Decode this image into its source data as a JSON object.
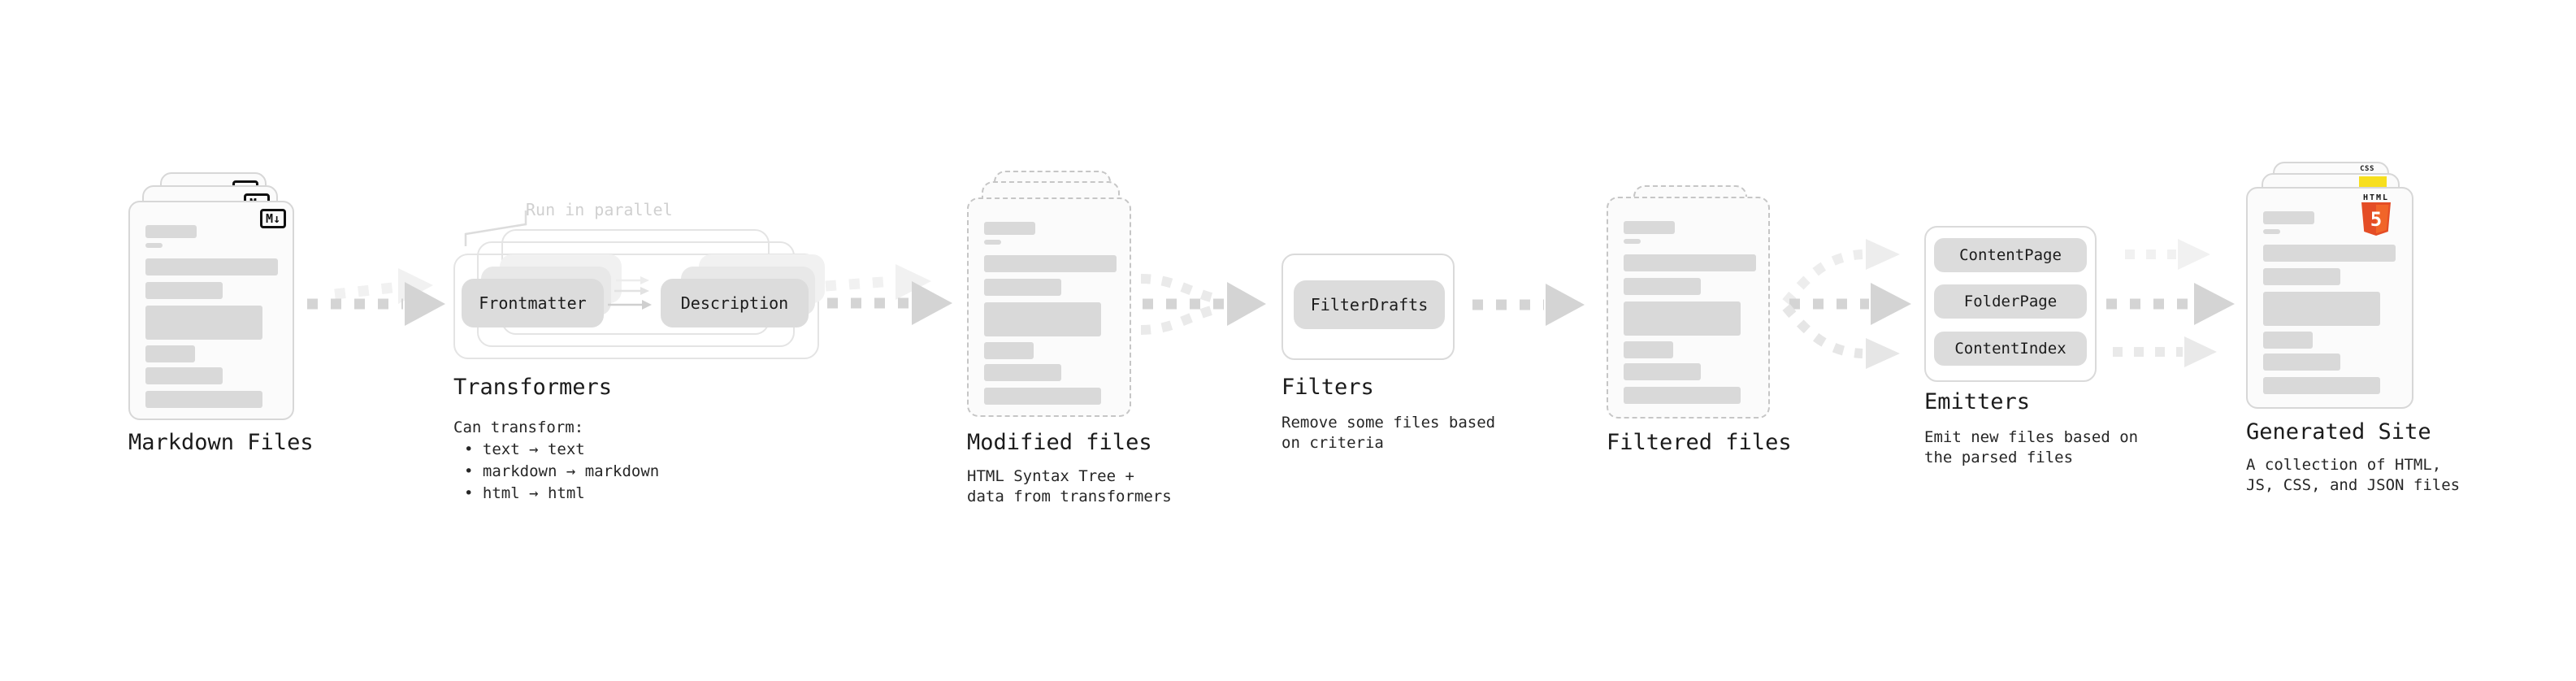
{
  "pipeline_order": [
    "Markdown Files",
    "Transformers",
    "Modified files",
    "Filters",
    "Filtered files",
    "Emitters",
    "Generated Site"
  ],
  "sections": {
    "markdown": {
      "title": "Markdown Files"
    },
    "transformers": {
      "title": "Transformers",
      "note": "Run in parallel",
      "pills": [
        "Frontmatter",
        "Description"
      ],
      "desc_heading": "Can transform:",
      "bullets": [
        "• text → text",
        "• markdown → markdown",
        "• html → html"
      ]
    },
    "modified": {
      "title": "Modified files",
      "subtitle_lines": [
        "HTML Syntax Tree +",
        "data from transformers"
      ]
    },
    "filters": {
      "title": "Filters",
      "pill": "FilterDrafts",
      "subtitle_lines": [
        "Remove some files based",
        "on criteria"
      ]
    },
    "filtered": {
      "title": "Filtered files"
    },
    "emitters": {
      "title": "Emitters",
      "pills": [
        "ContentPage",
        "FolderPage",
        "ContentIndex"
      ],
      "subtitle_lines": [
        "Emit new files based on",
        "the parsed files"
      ]
    },
    "generated": {
      "title": "Generated Site",
      "subtitle_lines": [
        "A collection of HTML,",
        "JS, CSS, and JSON files"
      ]
    }
  },
  "icons": {
    "markdown": {
      "name": "markdown-icon",
      "glyph": "M↓"
    },
    "html5": {
      "name": "html5-icon",
      "label": "HTML",
      "number": "5",
      "color": "#e44d26"
    },
    "css": {
      "name": "css-icon",
      "label": "CSS",
      "underline_color": "#2965f1"
    },
    "js": {
      "name": "js-icon",
      "color": "#f7df1e"
    }
  },
  "colors": {
    "background": "#ffffff",
    "skeleton_bar": "#d9d9d9",
    "card_bg": "#fbfbfb",
    "card_border": "#d7d7d7",
    "dashed_border": "#c6c6c6",
    "pill_bg": "#dcdcdc",
    "arrow": "#d4d4d4",
    "arrow_faint": "#efefef",
    "note_text": "#d0d0d0",
    "title_text": "#1b1b1b",
    "html5_orange": "#e44d26",
    "js_yellow": "#f7df1e",
    "css_blue": "#2965f1"
  },
  "skeleton_bars": [
    {
      "w": 63,
      "h": 16,
      "g": 0
    },
    {
      "w": 21,
      "h": 6,
      "g": 6
    },
    {
      "w": 163,
      "h": 21,
      "g": 13
    },
    {
      "w": 95,
      "h": 21,
      "g": 8
    },
    {
      "w": 144,
      "h": 42,
      "g": 8
    },
    {
      "w": 61,
      "h": 21,
      "g": 7
    },
    {
      "w": 95,
      "h": 21,
      "g": 6
    },
    {
      "w": 144,
      "h": 21,
      "g": 8
    }
  ]
}
